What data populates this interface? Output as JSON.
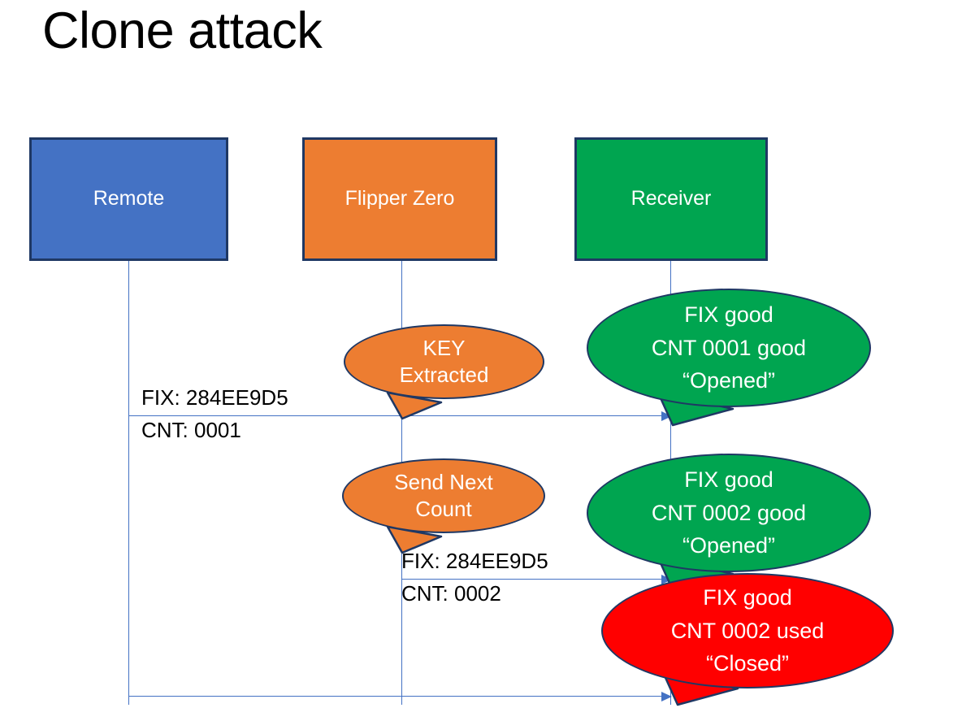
{
  "slide": {
    "title": "Clone attack",
    "background": "#FFFFFF"
  },
  "colors": {
    "remote": "#4472C4",
    "flipper": "#ED7D31",
    "receiver": "#00A550",
    "failure": "#FF0000",
    "outline": "#1F3864",
    "lifeline": "#4472C4",
    "text_dark": "#000000",
    "text_light": "#FFFFFF"
  },
  "actors": [
    {
      "id": "remote",
      "label": "Remote"
    },
    {
      "id": "flipper",
      "label": "Flipper Zero"
    },
    {
      "id": "receiver",
      "label": "Receiver"
    }
  ],
  "messages": [
    {
      "id": "msg1",
      "from": "remote",
      "to": "receiver",
      "fix_label": "FIX: 284EE9D5",
      "cnt_label": "CNT: 0001"
    },
    {
      "id": "msg2",
      "from": "flipper",
      "to": "receiver",
      "fix_label": "FIX: 284EE9D5",
      "cnt_label": "CNT: 0002"
    },
    {
      "id": "msg3",
      "from": "remote",
      "to": "receiver",
      "fix_label": "",
      "cnt_label": ""
    }
  ],
  "bubbles": [
    {
      "id": "key",
      "owner": "flipper",
      "color": "#ED7D31",
      "lines": [
        "KEY",
        "Extracted"
      ]
    },
    {
      "id": "send",
      "owner": "flipper",
      "color": "#ED7D31",
      "lines": [
        "Send Next",
        "Count"
      ]
    },
    {
      "id": "ok1",
      "owner": "receiver",
      "color": "#00A550",
      "lines": [
        "FIX good",
        "CNT 0001 good",
        "“Opened”"
      ]
    },
    {
      "id": "ok2",
      "owner": "receiver",
      "color": "#00A550",
      "lines": [
        "FIX good",
        "CNT 0002 good",
        "“Opened”"
      ]
    },
    {
      "id": "bad",
      "owner": "receiver",
      "color": "#FF0000",
      "lines": [
        "FIX good",
        "CNT 0002 used",
        "“Closed”"
      ]
    }
  ]
}
